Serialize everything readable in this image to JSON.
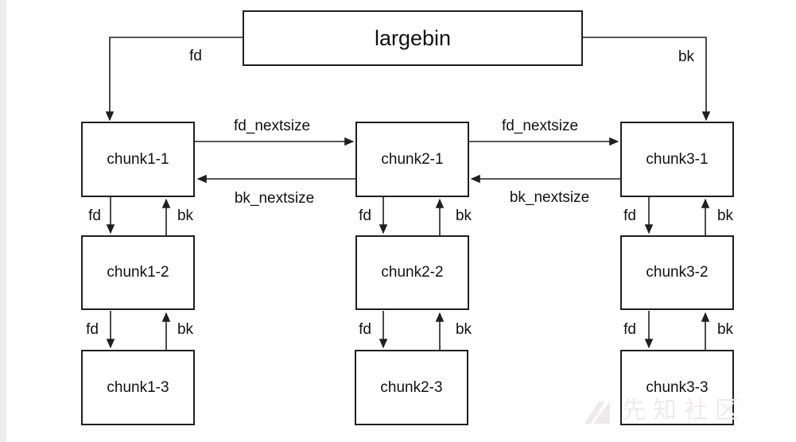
{
  "diagram": {
    "title_node": {
      "label": "largebin"
    },
    "nodes": {
      "chunk1_1": {
        "label": "chunk1-1"
      },
      "chunk1_2": {
        "label": "chunk1-2"
      },
      "chunk1_3": {
        "label": "chunk1-3"
      },
      "chunk2_1": {
        "label": "chunk2-1"
      },
      "chunk2_2": {
        "label": "chunk2-2"
      },
      "chunk2_3": {
        "label": "chunk2-3"
      },
      "chunk3_1": {
        "label": "chunk3-1"
      },
      "chunk3_2": {
        "label": "chunk3-2"
      },
      "chunk3_3": {
        "label": "chunk3-3"
      }
    },
    "edge_labels": {
      "fd_top": "fd",
      "bk_top": "bk",
      "fd_nextsize_12": "fd_nextsize",
      "bk_nextsize_21": "bk_nextsize",
      "fd_nextsize_23": "fd_nextsize",
      "bk_nextsize_32": "bk_nextsize",
      "fd_c1_g1": "fd",
      "bk_c1_g1": "bk",
      "fd_c1_g2": "fd",
      "bk_c1_g2": "bk",
      "fd_c2_g1": "fd",
      "bk_c2_g1": "bk",
      "fd_c2_g2": "fd",
      "bk_c2_g2": "bk",
      "fd_c3_g1": "fd",
      "bk_c3_g1": "bk",
      "fd_c3_g2": "fd",
      "bk_c3_g2": "bk"
    },
    "colors": {
      "stroke": "#1f1f1f",
      "node_fill": "#ffffff",
      "background": "#ffffff",
      "page_edge": "#ededed",
      "watermark": "#edebeb"
    }
  },
  "watermark": {
    "text": "先知社区",
    "logo": "triangle-slash-logo"
  }
}
